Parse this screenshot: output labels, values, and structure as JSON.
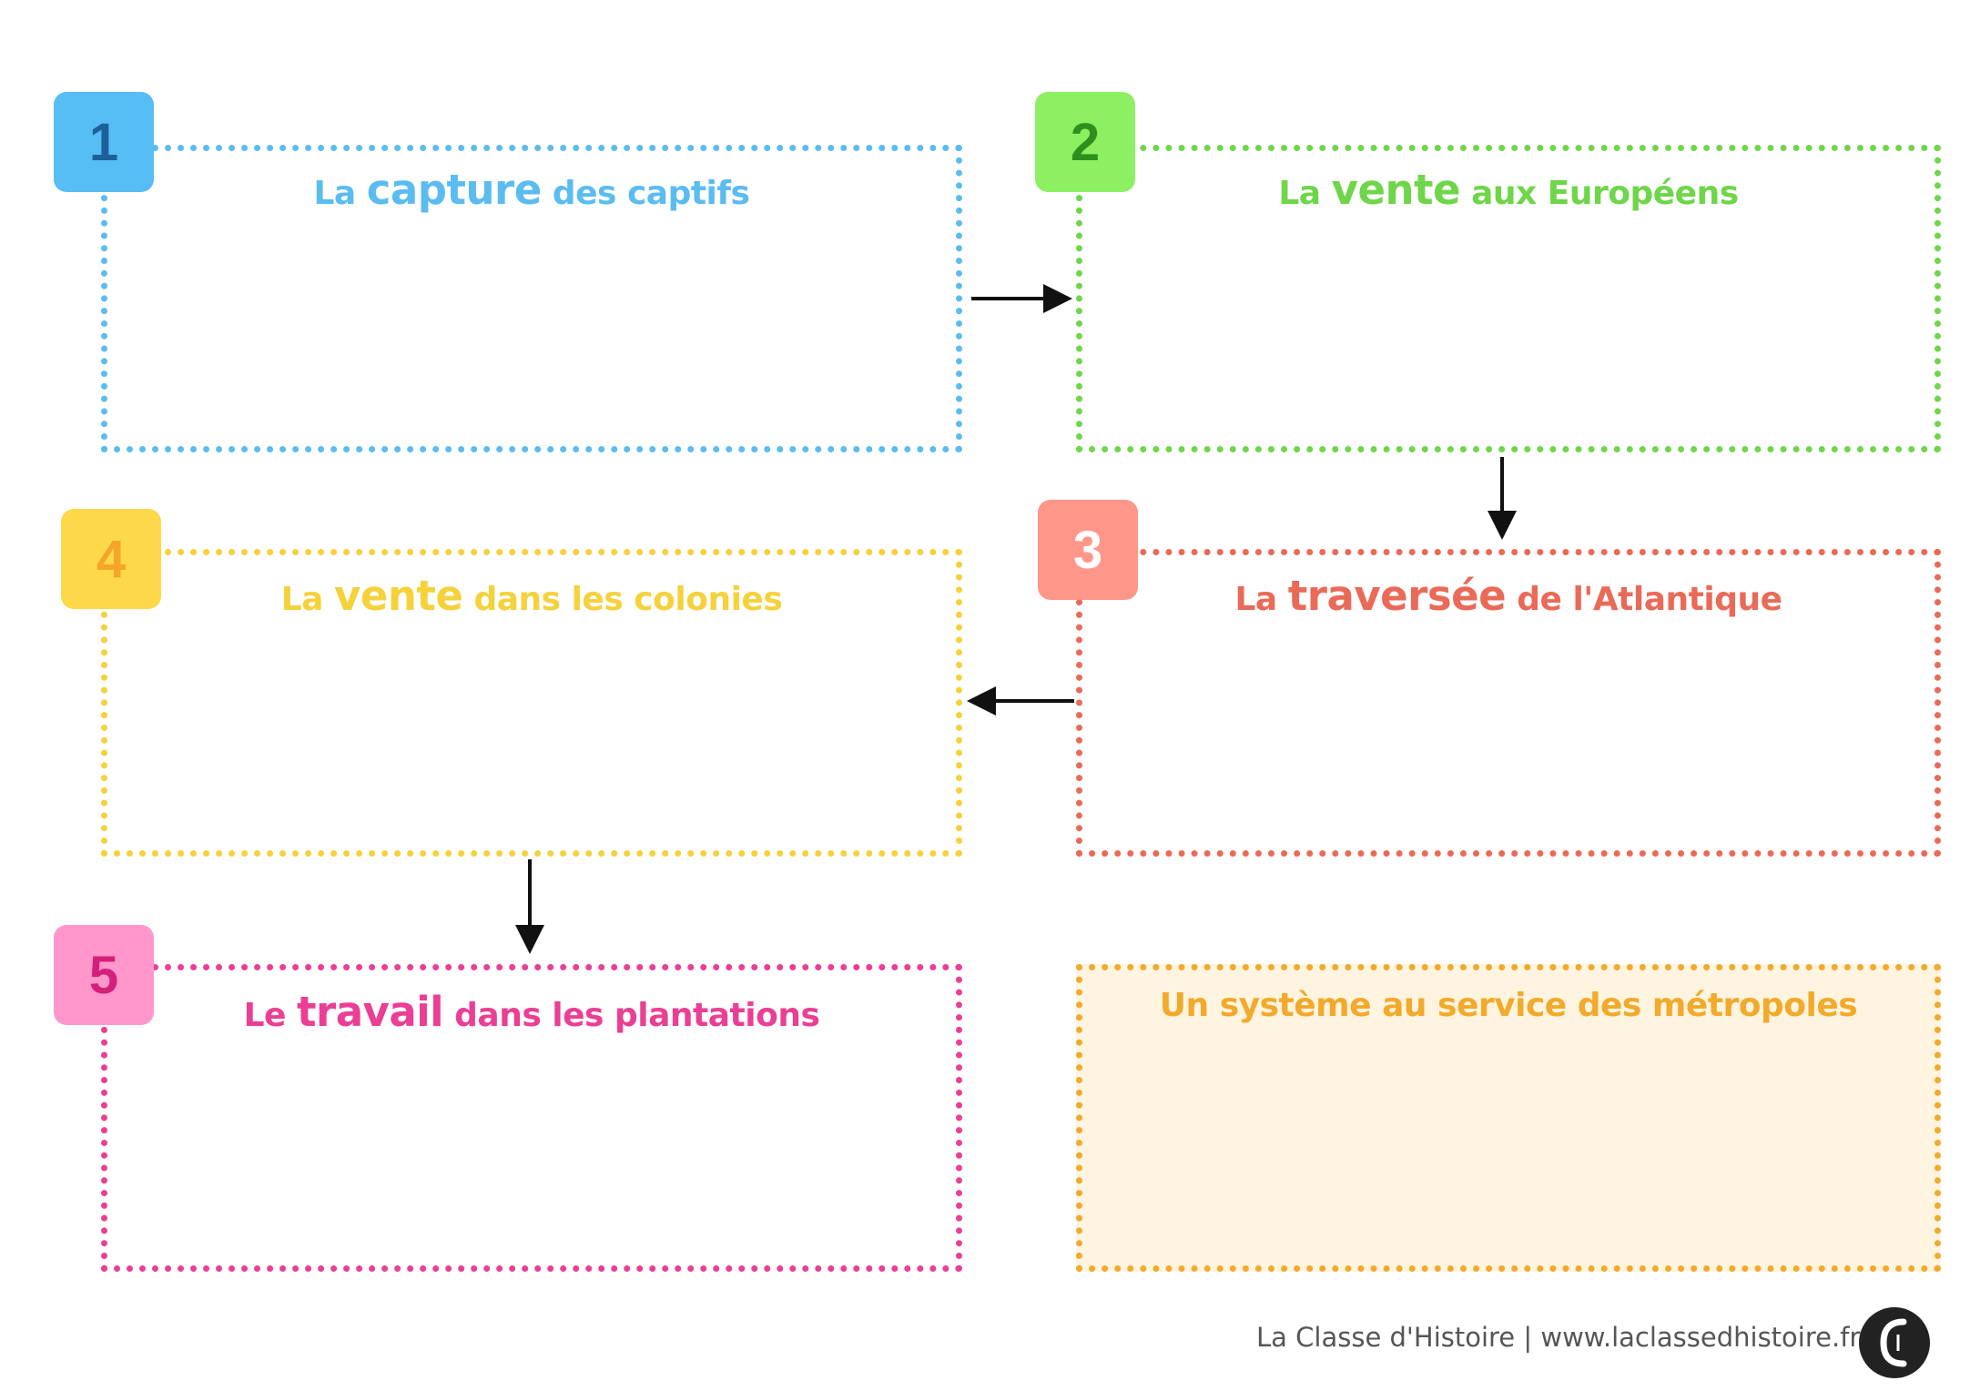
{
  "steps": [
    {
      "number": "1",
      "pre": "La ",
      "key": "capture",
      "post": " des captifs",
      "color": "#5bbcf0",
      "badge_bg": "#56bdf5",
      "badge_fg": "#1f5f99"
    },
    {
      "number": "2",
      "pre": "La ",
      "key": "vente",
      "post": " aux Européens",
      "color": "#6fd64a",
      "badge_bg": "#8cf062",
      "badge_fg": "#2f8f1c"
    },
    {
      "number": "3",
      "pre": "La ",
      "key": "traversée",
      "post": " de l'Atlantique",
      "color": "#ea6a58",
      "badge_bg": "#ff968a",
      "badge_fg": "#ffffff"
    },
    {
      "number": "4",
      "pre": "La ",
      "key": "vente",
      "post": " dans les colonies",
      "color": "#f5d13c",
      "badge_bg": "#fdd94a",
      "badge_fg": "#f4a52a"
    },
    {
      "number": "5",
      "pre": "Le ",
      "key": "travail",
      "post": " dans les plantations",
      "color": "#ea3f94",
      "badge_bg": "#ff97cc",
      "badge_fg": "#d41f79"
    }
  ],
  "summary": {
    "title": "Un système au service des métropoles",
    "color": "#f2aa2c",
    "fill": "#fff4df"
  },
  "footer": {
    "text": "La Classe d'Histoire | www.laclassedhistoire.fr"
  },
  "logo": {
    "glyph": "C"
  }
}
